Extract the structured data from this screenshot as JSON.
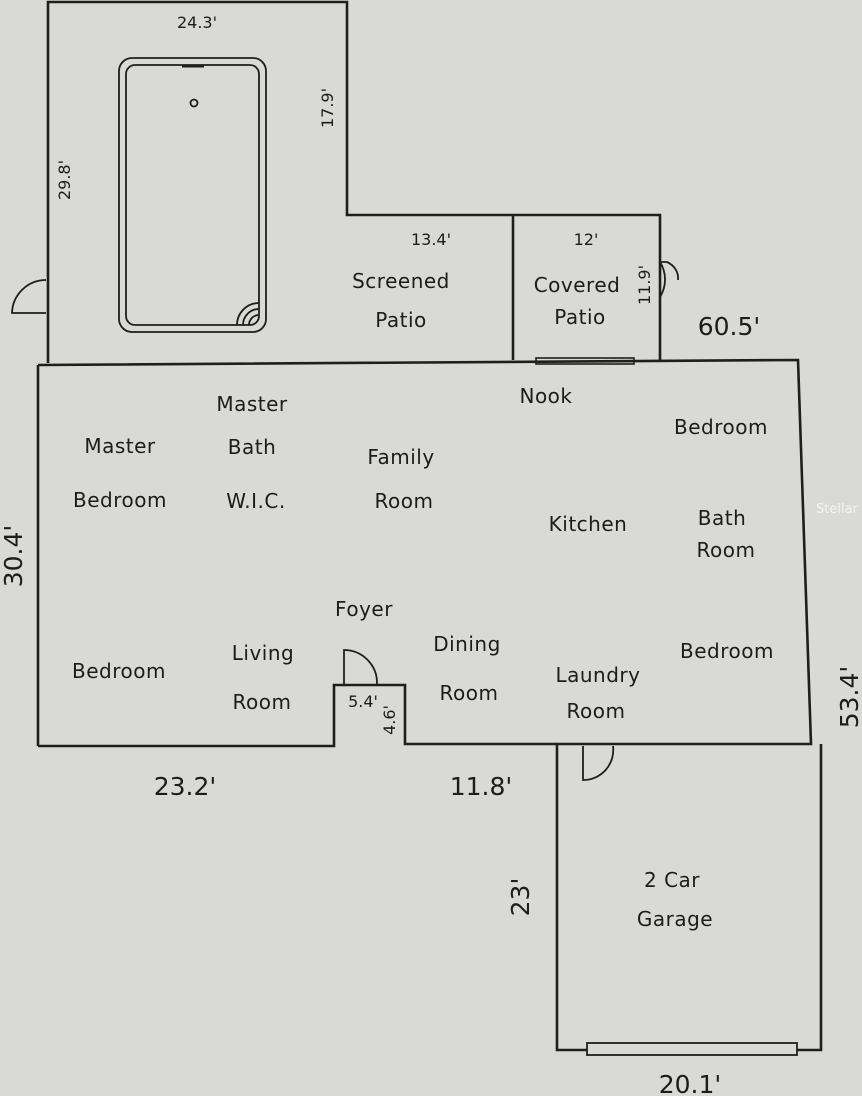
{
  "rooms": {
    "screened_patio": [
      "Screened",
      "Patio"
    ],
    "covered_patio": [
      "Covered",
      "Patio"
    ],
    "nook": "Nook",
    "master_bedroom": [
      "Master",
      "Bedroom"
    ],
    "master_bath": [
      "Master",
      "Bath",
      "W.I.C."
    ],
    "family_room": [
      "Family",
      "Room"
    ],
    "kitchen": "Kitchen",
    "bedroom_upper": "Bedroom",
    "bath_room": [
      "Bath",
      "Room"
    ],
    "foyer": "Foyer",
    "living_room": [
      "Living",
      "Room"
    ],
    "dining_room": [
      "Dining",
      "Room"
    ],
    "bedroom_left": "Bedroom",
    "bedroom_right": "Bedroom",
    "laundry_room": [
      "Laundry",
      "Room"
    ],
    "garage": [
      "2 Car",
      "Garage"
    ]
  },
  "dimensions": {
    "pool_area_width": "24.3'",
    "pool_area_depth": "29.8'",
    "pool_area_side": "17.9'",
    "screened_patio_width": "13.4'",
    "covered_patio_width": "12'",
    "covered_patio_depth": "11.9'",
    "overall_width": "60.5'",
    "house_left_depth": "30.4'",
    "house_right_depth": "53.4'",
    "front_left": "23.2'",
    "front_center": "11.8'",
    "entry_width": "5.4'",
    "entry_depth": "4.6'",
    "garage_depth": "23'",
    "garage_width": "20.1'"
  },
  "watermark": "Stellar"
}
